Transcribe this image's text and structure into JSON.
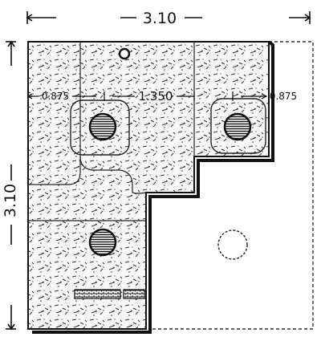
{
  "dimensions": {
    "top_total": "3.10",
    "left_total": "3.10",
    "left_segment": "0.875",
    "middle_segment": "1.350",
    "right_segment": "0.875"
  }
}
